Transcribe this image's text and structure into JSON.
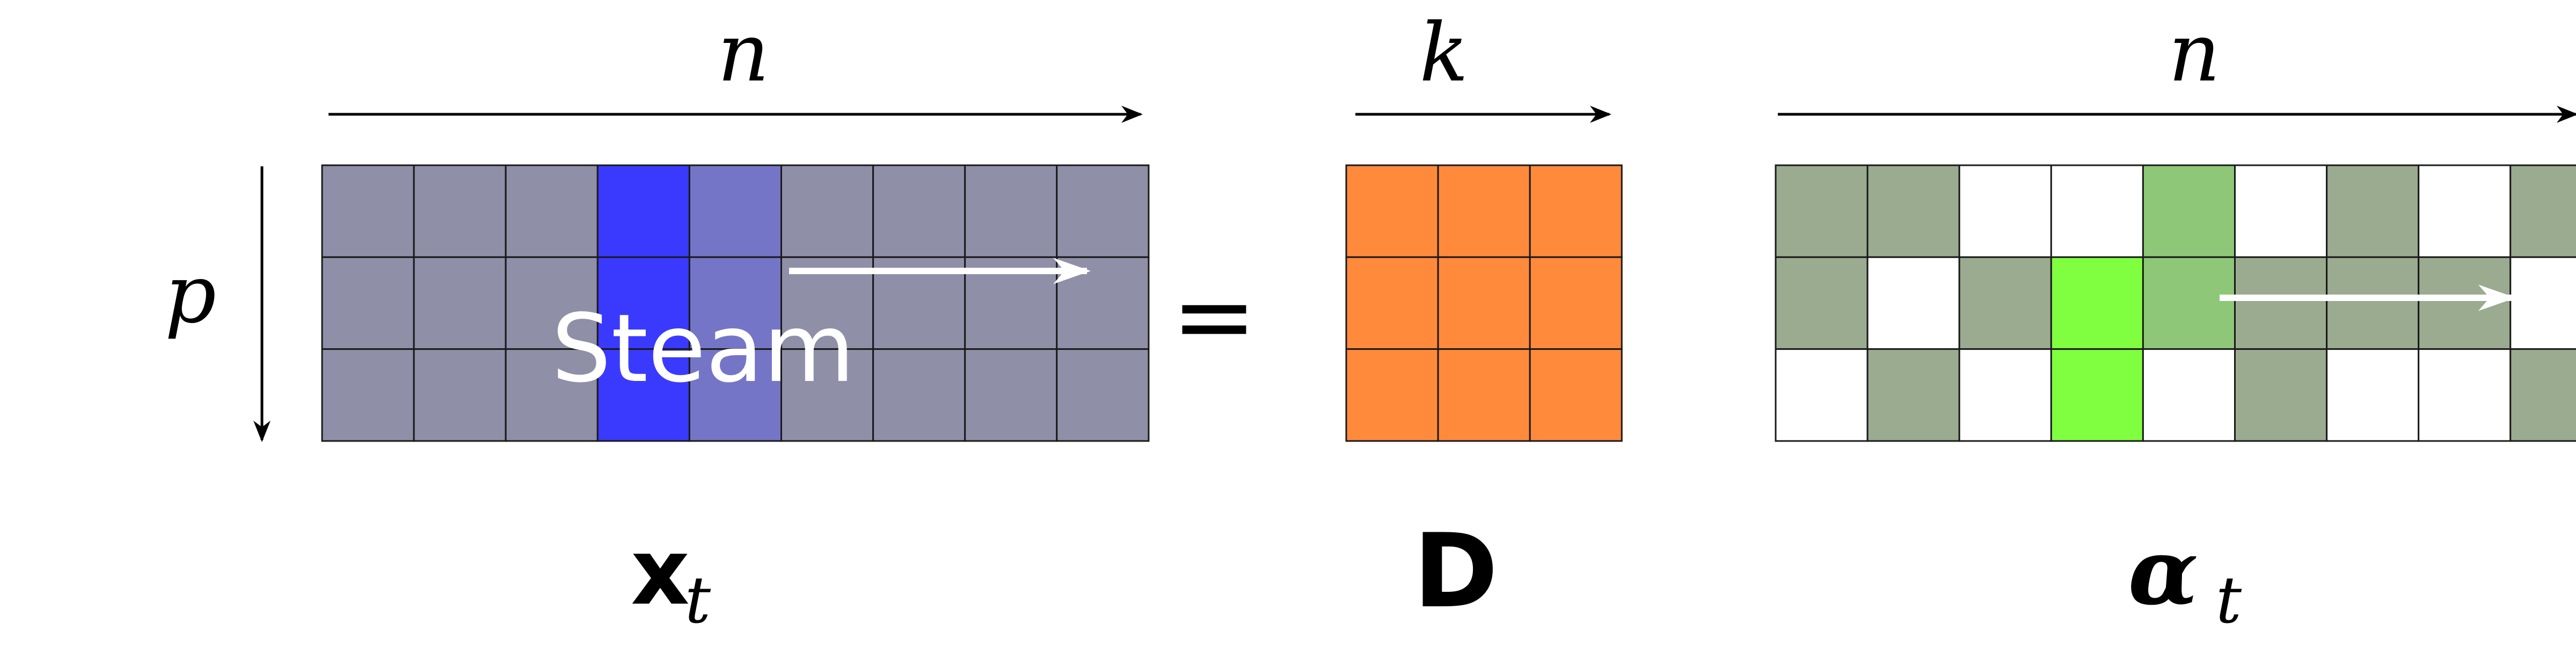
{
  "labels": {
    "n_top_left": "n",
    "k_top": "k",
    "n_top_right": "n",
    "p_side": "p",
    "equals": "=",
    "steam": "Steam",
    "x_main": "x",
    "x_sub": "t",
    "d_main": "D",
    "alpha_main": "α",
    "alpha_sub": "t"
  },
  "colors": {
    "x_base": "#8f8fa8",
    "x_highlight_strong": "#3a3aff",
    "x_highlight_soft": "#7575c8",
    "d_fill": "#ff8a3c",
    "alpha_gray": "#9aab90",
    "alpha_light_green": "#8dc777",
    "alpha_bright_green": "#7fff3f",
    "alpha_white": "#ffffff",
    "grid_line": "#1a1a1a",
    "arrow_dark": "#000000",
    "arrow_light": "#ffffff"
  },
  "matrices": {
    "x": {
      "rows": 3,
      "cols": 9,
      "cells": [
        [
          "x_base",
          "x_base",
          "x_base",
          "x_highlight_strong",
          "x_highlight_soft",
          "x_base",
          "x_base",
          "x_base",
          "x_base"
        ],
        [
          "x_base",
          "x_base",
          "x_base",
          "x_highlight_strong",
          "x_highlight_soft",
          "x_base",
          "x_base",
          "x_base",
          "x_base"
        ],
        [
          "x_base",
          "x_base",
          "x_base",
          "x_highlight_strong",
          "x_highlight_soft",
          "x_base",
          "x_base",
          "x_base",
          "x_base"
        ]
      ]
    },
    "d": {
      "rows": 3,
      "cols": 3,
      "cells": [
        [
          "d_fill",
          "d_fill",
          "d_fill"
        ],
        [
          "d_fill",
          "d_fill",
          "d_fill"
        ],
        [
          "d_fill",
          "d_fill",
          "d_fill"
        ]
      ]
    },
    "alpha": {
      "rows": 3,
      "cols": 9,
      "cells": [
        [
          "alpha_gray",
          "alpha_gray",
          "alpha_white",
          "alpha_white",
          "alpha_light_green",
          "alpha_white",
          "alpha_gray",
          "alpha_white",
          "alpha_gray"
        ],
        [
          "alpha_gray",
          "alpha_white",
          "alpha_gray",
          "alpha_bright_green",
          "alpha_light_green",
          "alpha_gray",
          "alpha_gray",
          "alpha_gray",
          "alpha_white"
        ],
        [
          "alpha_white",
          "alpha_gray",
          "alpha_white",
          "alpha_bright_green",
          "alpha_white",
          "alpha_gray",
          "alpha_white",
          "alpha_white",
          "alpha_gray"
        ]
      ]
    }
  }
}
